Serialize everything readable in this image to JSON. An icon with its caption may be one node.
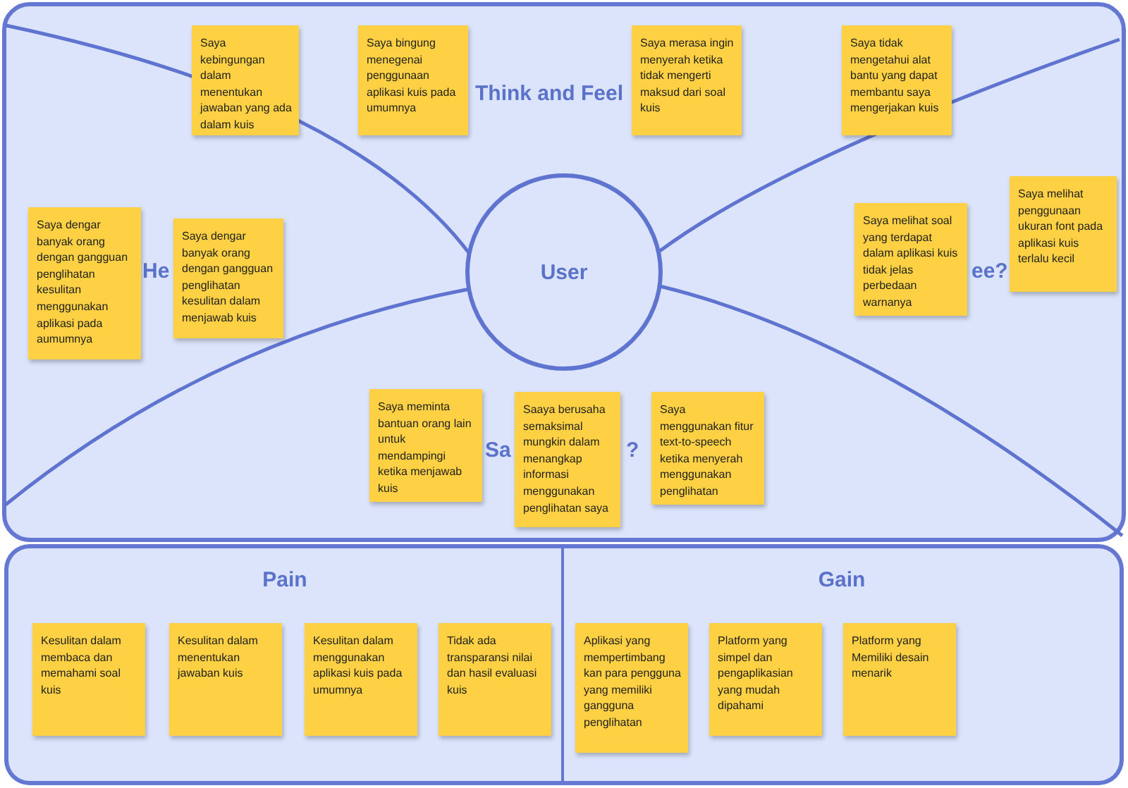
{
  "diagram": {
    "nodes": [
      {
        "text": [
          "User"
        ]
      },
      {
        "text": [
          "Saya kebingungan dalam menentukan jawaban yang ada dalam kuis"
        ]
      },
      {
        "text": [
          "Saya bingung menegenai penggunaan aplikasi kuis pada umumnya"
        ]
      },
      {
        "text": [
          "Saya merasa ingin menyerah ketika tidak mengerti maksud dari soal kuis"
        ]
      },
      {
        "text": [
          "Saya tidak mengetahui alat bantu yang dapat membantu saya mengerjakan kuis"
        ]
      },
      {
        "text": [
          "Saya dengar banyak orang dengan gangguan penglihatan kesulitan menggunakan aplikasi pada aumumnya"
        ]
      },
      {
        "text": [
          "Saya dengar banyak orang dengan gangguan penglihatan kesulitan dalam menjawab kuis"
        ]
      },
      {
        "text": [
          "Saya melihat soal yang terdapat dalam aplikasi kuis tidak jelas perbedaan warnanya"
        ]
      },
      {
        "text": [
          "Saya melihat penggunaan ukuran font pada aplikasi kuis terlalu kecil"
        ]
      },
      {
        "text": [
          "Saya meminta bantuan orang lain untuk mendampingi ketika menjawab kuis"
        ]
      },
      {
        "text": [
          "Saaya berusaha semaksimal mungkin dalam menangkap informasi menggunakan penglihatan saya"
        ]
      },
      {
        "text": [
          "Saya menggunakan fitur text-to-speech ketika menyerah menggunakan penglihatan"
        ]
      },
      {
        "text": [
          "Pain"
        ]
      },
      {
        "text": [
          "Kesulitan dalam membaca dan memahami soal kuis"
        ],
        "in": 12
      },
      {
        "text": [
          "Kesulitan dalam menentukan jawaban kuis"
        ],
        "in": 12
      },
      {
        "text": [
          "Kesulitan dalam menggunakan aplikasi kuis pada umumnya"
        ],
        "in": 12
      },
      {
        "text": [
          "Tidak ada transparansi nilai dan hasil evaluasi kuis"
        ],
        "in": 12
      },
      {
        "text": [
          "Gain"
        ]
      },
      {
        "text": [
          "Aplikasi yang mempertimbang kan para pengguna yang memiliki gangguna penglihatan"
        ],
        "in": 17
      },
      {
        "text": [
          "Platform yang simpel dan pengaplikasian yang mudah dipahami"
        ],
        "in": 17
      },
      {
        "text": [
          "Platform yang Memiliki desain menarik"
        ],
        "in": 17
      }
    ],
    "labels": [
      "Think and Feel",
      "He",
      "ee?",
      "Sa",
      "?"
    ]
  }
}
